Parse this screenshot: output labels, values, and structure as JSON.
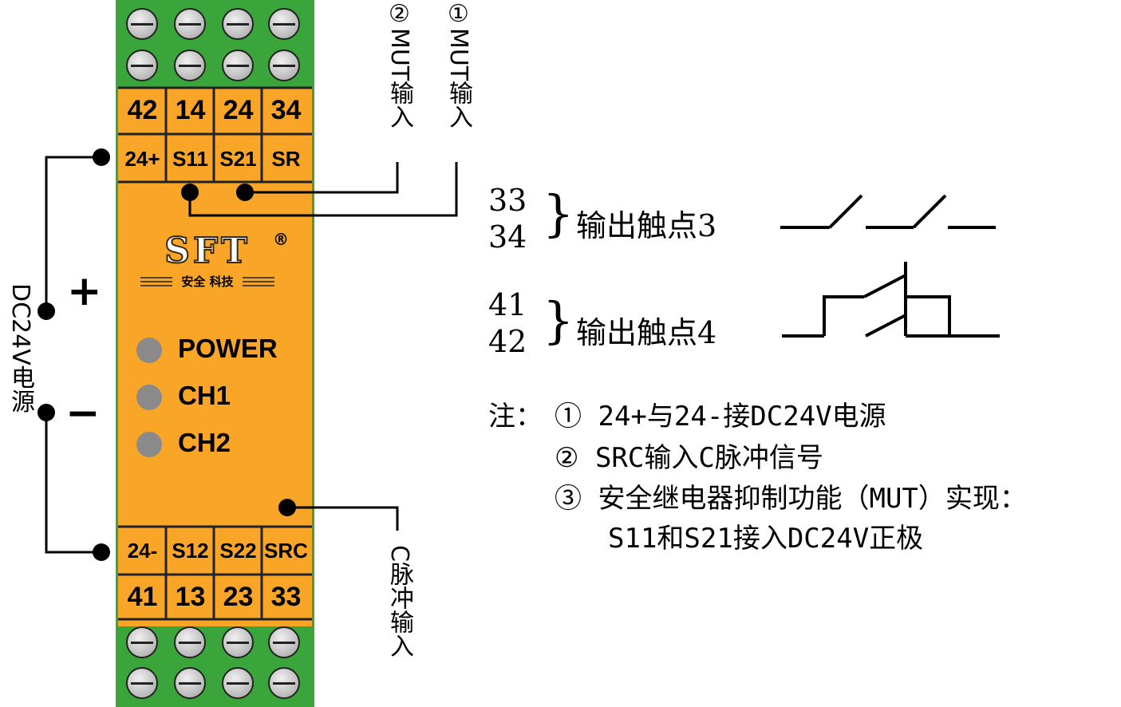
{
  "device": {
    "brand": "SFT",
    "registered": "®",
    "brand_sub": "安全 科技",
    "top_numbers": [
      "42",
      "14",
      "24",
      "34"
    ],
    "top_labels": [
      "24+",
      "S11",
      "S21",
      "SR"
    ],
    "bottom_labels": [
      "24-",
      "S12",
      "S22",
      "SRC"
    ],
    "bottom_numbers": [
      "41",
      "13",
      "23",
      "33"
    ],
    "leds": [
      "POWER",
      "CH1",
      "CH2"
    ]
  },
  "wiring": {
    "power_label": "DC24V电源",
    "plus": "+",
    "minus": "−",
    "mut2": "②MUT输入",
    "mut1": "①MUT输入",
    "c_pulse": "C脉冲输入"
  },
  "contacts": [
    {
      "pins": [
        "33",
        "34"
      ],
      "brace": "}",
      "label": "输出触点3"
    },
    {
      "pins": [
        "41",
        "42"
      ],
      "brace": "}",
      "label": "输出触点4"
    }
  ],
  "notes": {
    "prefix": "注：",
    "items": [
      "① 24+与24-接DC24V电源",
      "② SRC输入C脉冲信号",
      "③ 安全继电器抑制功能（MUT）实现：",
      "S11和S21接入DC24V正极"
    ]
  }
}
